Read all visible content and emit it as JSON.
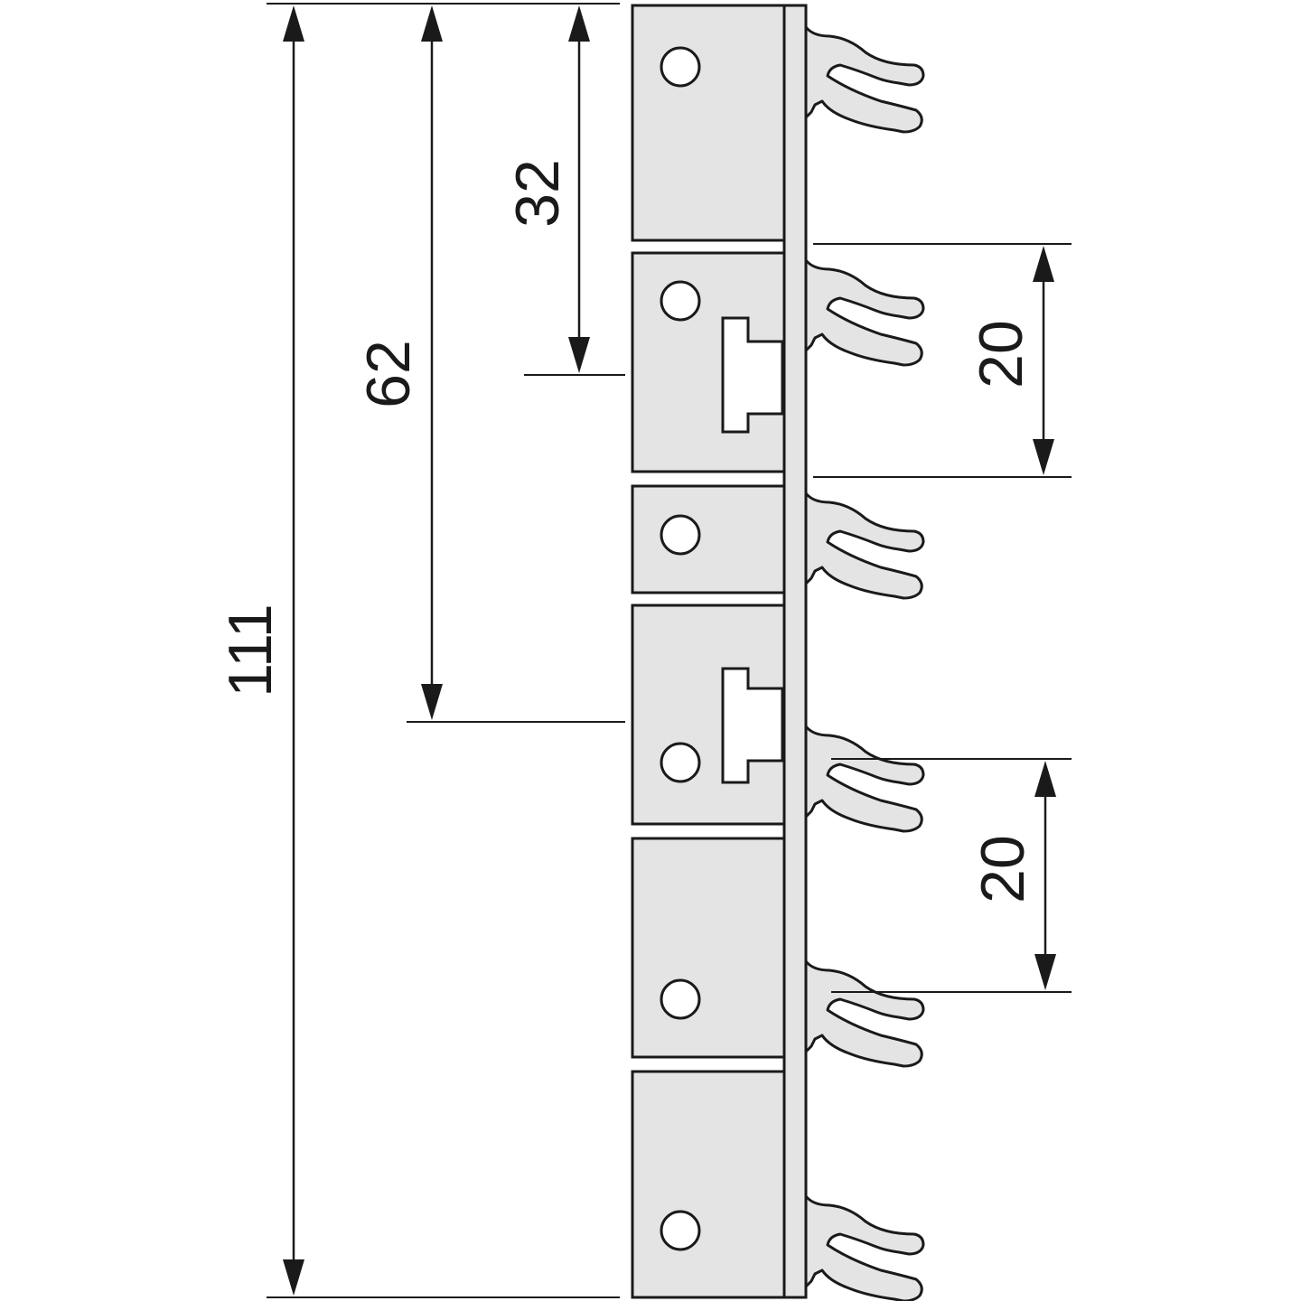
{
  "dimensions": {
    "total_height": "111",
    "second_offset": "62",
    "first_offset": "32",
    "pitch_upper": "20",
    "pitch_lower": "20"
  },
  "colors": {
    "line": "#1a1a1a",
    "fill": "#e4e4e4",
    "background": "#ffffff"
  }
}
